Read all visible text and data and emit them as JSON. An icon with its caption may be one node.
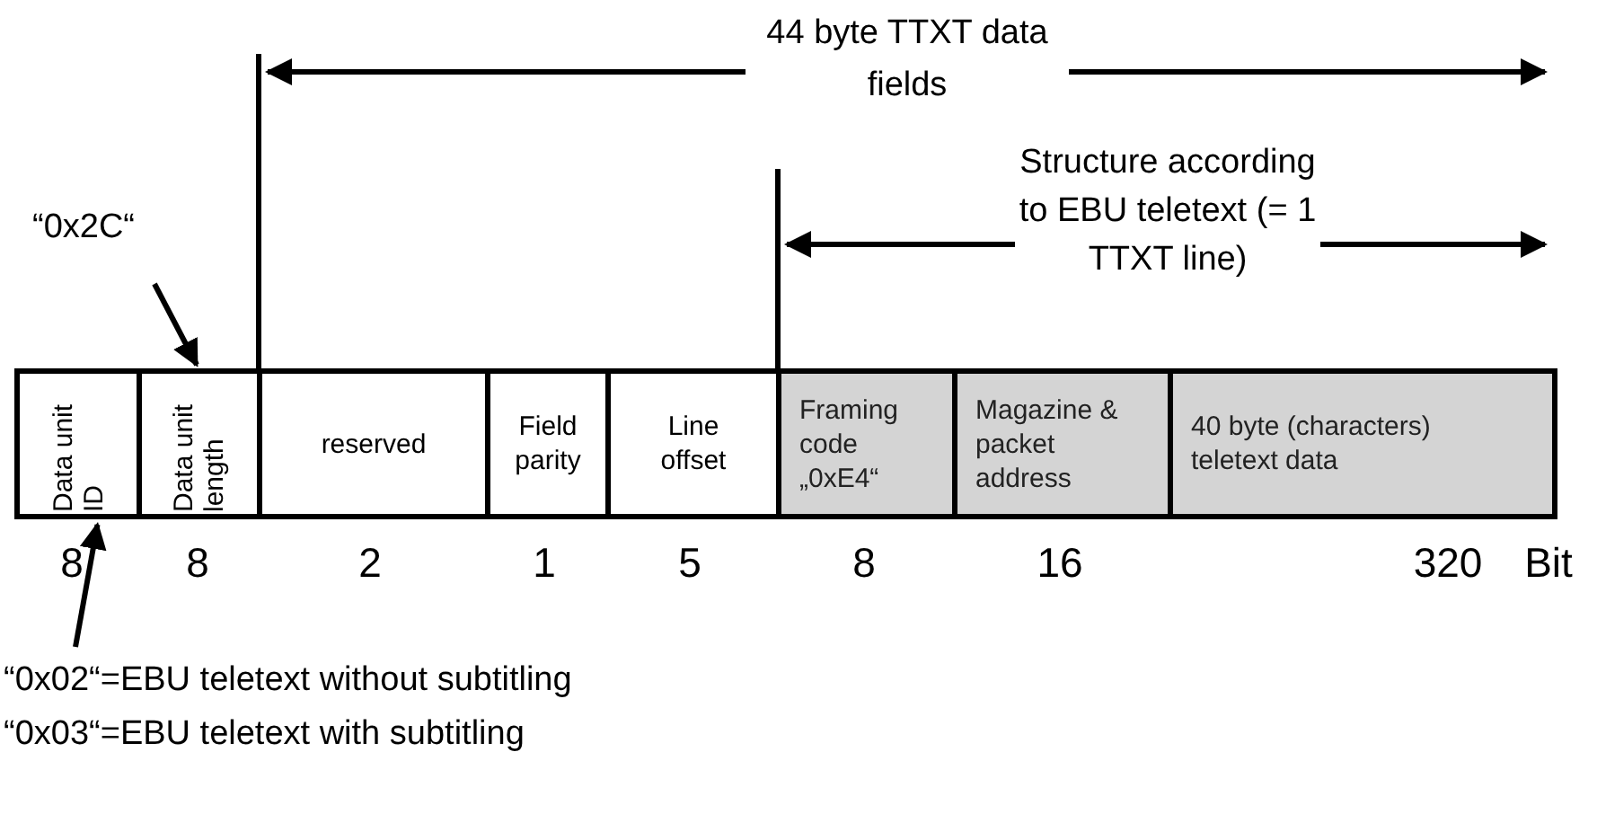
{
  "diagram": {
    "nodes": [
      {
        "text": [
          "Data unit ID"
        ]
      },
      {
        "text": [
          "Data unit length"
        ]
      },
      {
        "text": [
          "reserved"
        ]
      },
      {
        "text": [
          "Field parity"
        ]
      },
      {
        "text": [
          "Line offset"
        ]
      },
      {
        "text": [
          "Framing code „0xE4“"
        ]
      },
      {
        "text": [
          "Magazine & packet address"
        ]
      },
      {
        "text": [
          "40 byte (characters) teletext data"
        ]
      },
      {
        "text": [
          "“0x2C“"
        ]
      },
      {
        "text": [
          "“0x02“=EBU teletext without subtitling",
          "“0x03“=EBU teletext with subtitling"
        ]
      }
    ],
    "edges": [
      {
        "from": 8,
        "to": 1,
        "arrow": "to"
      },
      {
        "from": 9,
        "to": 0,
        "arrow": "to"
      }
    ],
    "labels": [
      "44 byte TTXT data fields",
      "Structure according to EBU teletext (= 1 TTXT line)",
      "8",
      "8",
      "2",
      "1",
      "5",
      "8",
      "16",
      "320",
      "Bit"
    ]
  }
}
